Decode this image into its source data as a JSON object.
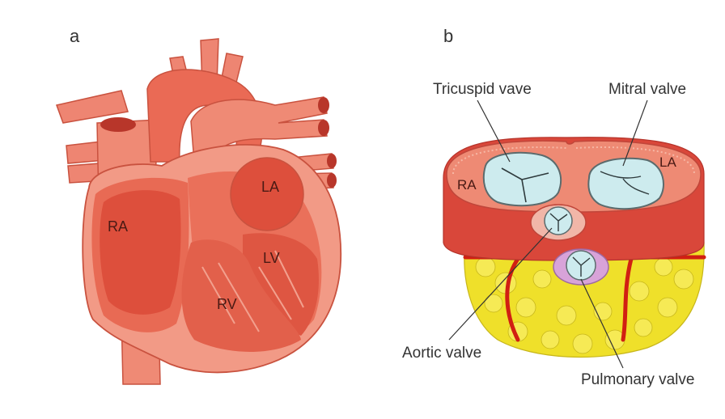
{
  "panel_a": {
    "letter": "a",
    "labels": {
      "ra": "RA",
      "la": "LA",
      "lv": "LV",
      "rv": "RV"
    }
  },
  "panel_b": {
    "letter": "b",
    "labels": {
      "tricuspid": "Tricuspid vave",
      "mitral": "Mitral valve",
      "ra": "RA",
      "la": "LA",
      "aortic": "Aortic valve",
      "pulmonary": "Pulmonary valve"
    }
  },
  "colors": {
    "heart_light": "#f2907e",
    "heart_mid": "#ea6a55",
    "heart_dark": "#d94b38",
    "vessel": "#e8705c",
    "fat_yellow": "#f0e126",
    "valve_blue": "#c9ecee"
  }
}
